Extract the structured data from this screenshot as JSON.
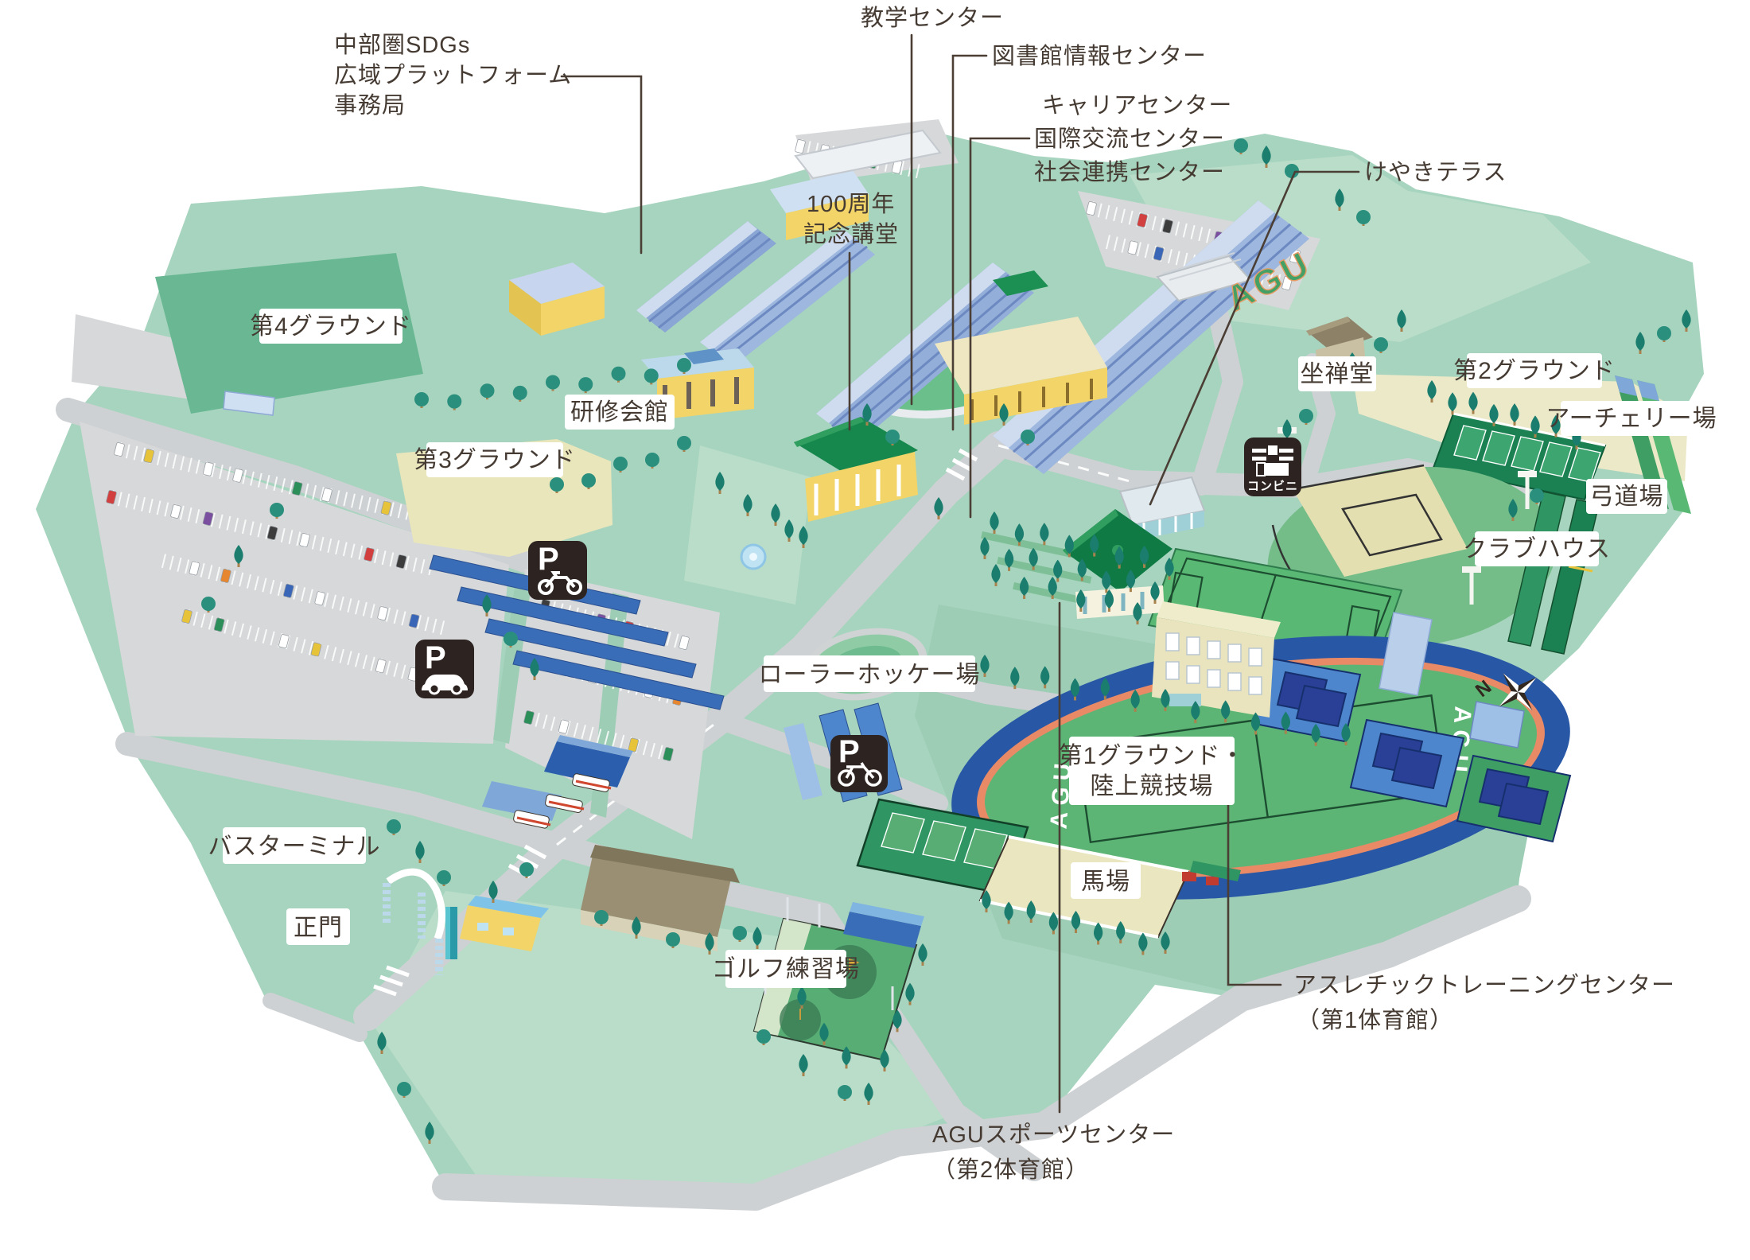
{
  "map": {
    "compass_label": "N",
    "track_letters": "AGU",
    "hedge_letters": "AGU",
    "icons": {
      "parking_letter": "P",
      "convenience_store": "コンビニ"
    },
    "labels": {
      "kyogaku_center": "教学センター",
      "library_info_center": "図書館情報センター",
      "career_center": "キャリアセンター",
      "intl_exchange_center": "国際交流センター",
      "social_partnership_center": "社会連携センター",
      "keyaki_terrace": "けやきテラス",
      "sdgs_line1": "中部圏SDGs",
      "sdgs_line2": "広域プラットフォーム",
      "sdgs_line3": "事務局",
      "centennial_line1": "100周年",
      "centennial_line2": "記念講堂",
      "ground4": "第4グラウンド",
      "kenshu_kaikan": "研修会館",
      "ground3": "第3グラウンド",
      "zazendo": "坐禅堂",
      "ground2": "第2グラウンド",
      "archery": "アーチェリー場",
      "kyudo": "弓道場",
      "clubhouse": "クラブハウス",
      "roller_hockey": "ローラーホッケー場",
      "ground1_line1": "第1グラウンド・",
      "ground1_line2": "陸上競技場",
      "baba": "馬場",
      "bus_terminal": "バスターミナル",
      "main_gate": "正門",
      "golf_range": "ゴルフ練習場",
      "athletic_line1": "アスレチックトレーニングセンター",
      "athletic_line2": "（第1体育館）",
      "agu_sports_line1": "AGUスポーツセンター",
      "agu_sports_line2": "（第2体育館）"
    },
    "colors": {
      "campus_green": "#a7d4be",
      "lawn_light": "#bce0cc",
      "field_dark_green": "#69b893",
      "field_tan": "#e9e6bc",
      "road_gray": "#ced1d3",
      "track_blue": "#2857a6",
      "track_orange": "#e98a66",
      "tennis_green": "#1b8152",
      "court_blue": "#2a3f96",
      "building_blue": "#9db7de",
      "building_yellow": "#f2d468",
      "roof_green": "#17884d",
      "tree_teal": "#1f8376",
      "label_ink": "#453b33",
      "icon_bg": "#2d2320"
    }
  }
}
